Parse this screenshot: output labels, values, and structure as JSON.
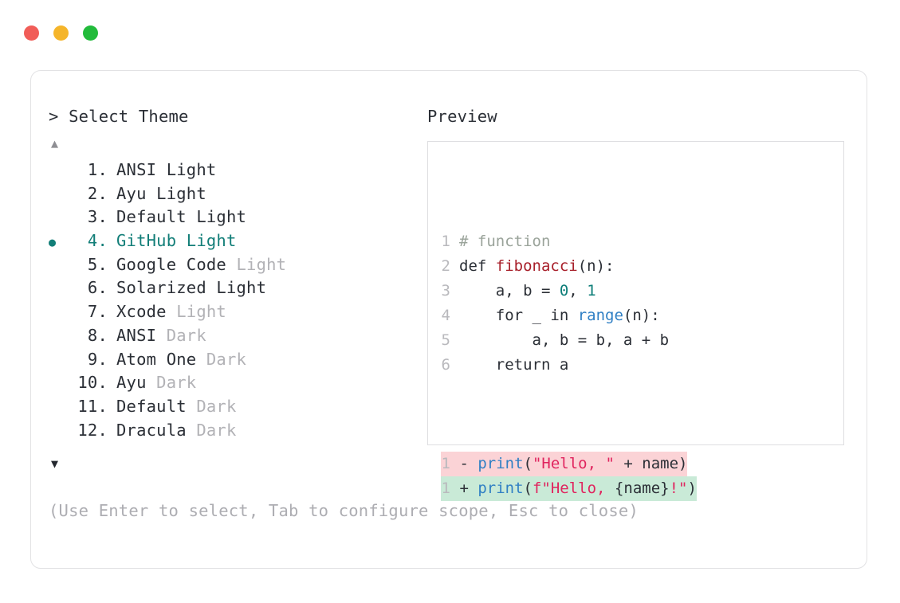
{
  "window": {
    "traffic_lights": [
      {
        "name": "close",
        "color": "#f15d58"
      },
      {
        "name": "minimize",
        "color": "#f5b52a"
      },
      {
        "name": "maximize",
        "color": "#22bb3b"
      }
    ]
  },
  "selector": {
    "prompt": "> Select Theme",
    "scroll_up_icon": "▲",
    "scroll_down_icon": "▼",
    "selected_bullet": "●",
    "selected_index": 4,
    "accent_color": "#127e78",
    "items": [
      {
        "index": "1.",
        "name": "ANSI",
        "variant": "Light",
        "variant_is_name": true,
        "selected": false
      },
      {
        "index": "2.",
        "name": "Ayu",
        "variant": "Light",
        "variant_is_name": true,
        "selected": false
      },
      {
        "index": "3.",
        "name": "Default",
        "variant": "Light",
        "variant_is_name": true,
        "selected": false
      },
      {
        "index": "4.",
        "name": "GitHub",
        "variant": "Light",
        "variant_is_name": false,
        "selected": true
      },
      {
        "index": "5.",
        "name": "Google Code",
        "variant": "Light",
        "variant_is_name": false,
        "selected": false
      },
      {
        "index": "6.",
        "name": "Solarized",
        "variant": "Light",
        "variant_is_name": true,
        "selected": false
      },
      {
        "index": "7.",
        "name": "Xcode",
        "variant": "Light",
        "variant_is_name": false,
        "selected": false
      },
      {
        "index": "8.",
        "name": "ANSI",
        "variant": "Dark",
        "variant_is_name": false,
        "selected": false
      },
      {
        "index": "9.",
        "name": "Atom One",
        "variant": "Dark",
        "variant_is_name": false,
        "selected": false
      },
      {
        "index": "10.",
        "name": "Ayu",
        "variant": "Dark",
        "variant_is_name": false,
        "selected": false
      },
      {
        "index": "11.",
        "name": "Default",
        "variant": "Dark",
        "variant_is_name": false,
        "selected": false
      },
      {
        "index": "12.",
        "name": "Dracula",
        "variant": "Dark",
        "variant_is_name": false,
        "selected": false
      }
    ],
    "hint": "(Use Enter to select, Tab to configure scope, Esc to close)"
  },
  "preview": {
    "title": "Preview",
    "code_lines": [
      {
        "ln": "1",
        "tokens": [
          {
            "t": "# function",
            "c": "tok-comment"
          }
        ]
      },
      {
        "ln": "2",
        "tokens": [
          {
            "t": "def ",
            "c": "tok-plain"
          },
          {
            "t": "fibonacci",
            "c": "tok-fn"
          },
          {
            "t": "(n):",
            "c": "tok-punct"
          }
        ]
      },
      {
        "ln": "3",
        "tokens": [
          {
            "t": "    a, b = ",
            "c": "tok-plain"
          },
          {
            "t": "0",
            "c": "tok-num"
          },
          {
            "t": ", ",
            "c": "tok-plain"
          },
          {
            "t": "1",
            "c": "tok-num"
          }
        ]
      },
      {
        "ln": "4",
        "tokens": [
          {
            "t": "    for _ in ",
            "c": "tok-plain"
          },
          {
            "t": "range",
            "c": "tok-builtin"
          },
          {
            "t": "(n):",
            "c": "tok-punct"
          }
        ]
      },
      {
        "ln": "5",
        "tokens": [
          {
            "t": "        a, b = b, a + b",
            "c": "tok-plain"
          }
        ]
      },
      {
        "ln": "6",
        "tokens": [
          {
            "t": "    return a",
            "c": "tok-plain"
          }
        ]
      }
    ],
    "diff_lines": [
      {
        "ln": "1",
        "sign": "-",
        "kind": "diff-del",
        "tokens": [
          {
            "t": "print",
            "c": "tok-builtin"
          },
          {
            "t": "(",
            "c": "tok-punct"
          },
          {
            "t": "\"Hello, \"",
            "c": "tok-str"
          },
          {
            "t": " + name)",
            "c": "tok-plain"
          }
        ]
      },
      {
        "ln": "1",
        "sign": "+",
        "kind": "diff-add",
        "tokens": [
          {
            "t": "print",
            "c": "tok-builtin"
          },
          {
            "t": "(",
            "c": "tok-punct"
          },
          {
            "t": "f\"Hello, ",
            "c": "tok-str"
          },
          {
            "t": "{name}",
            "c": "tok-plain"
          },
          {
            "t": "!\"",
            "c": "tok-str"
          },
          {
            "t": ")",
            "c": "tok-punct"
          }
        ]
      }
    ]
  }
}
